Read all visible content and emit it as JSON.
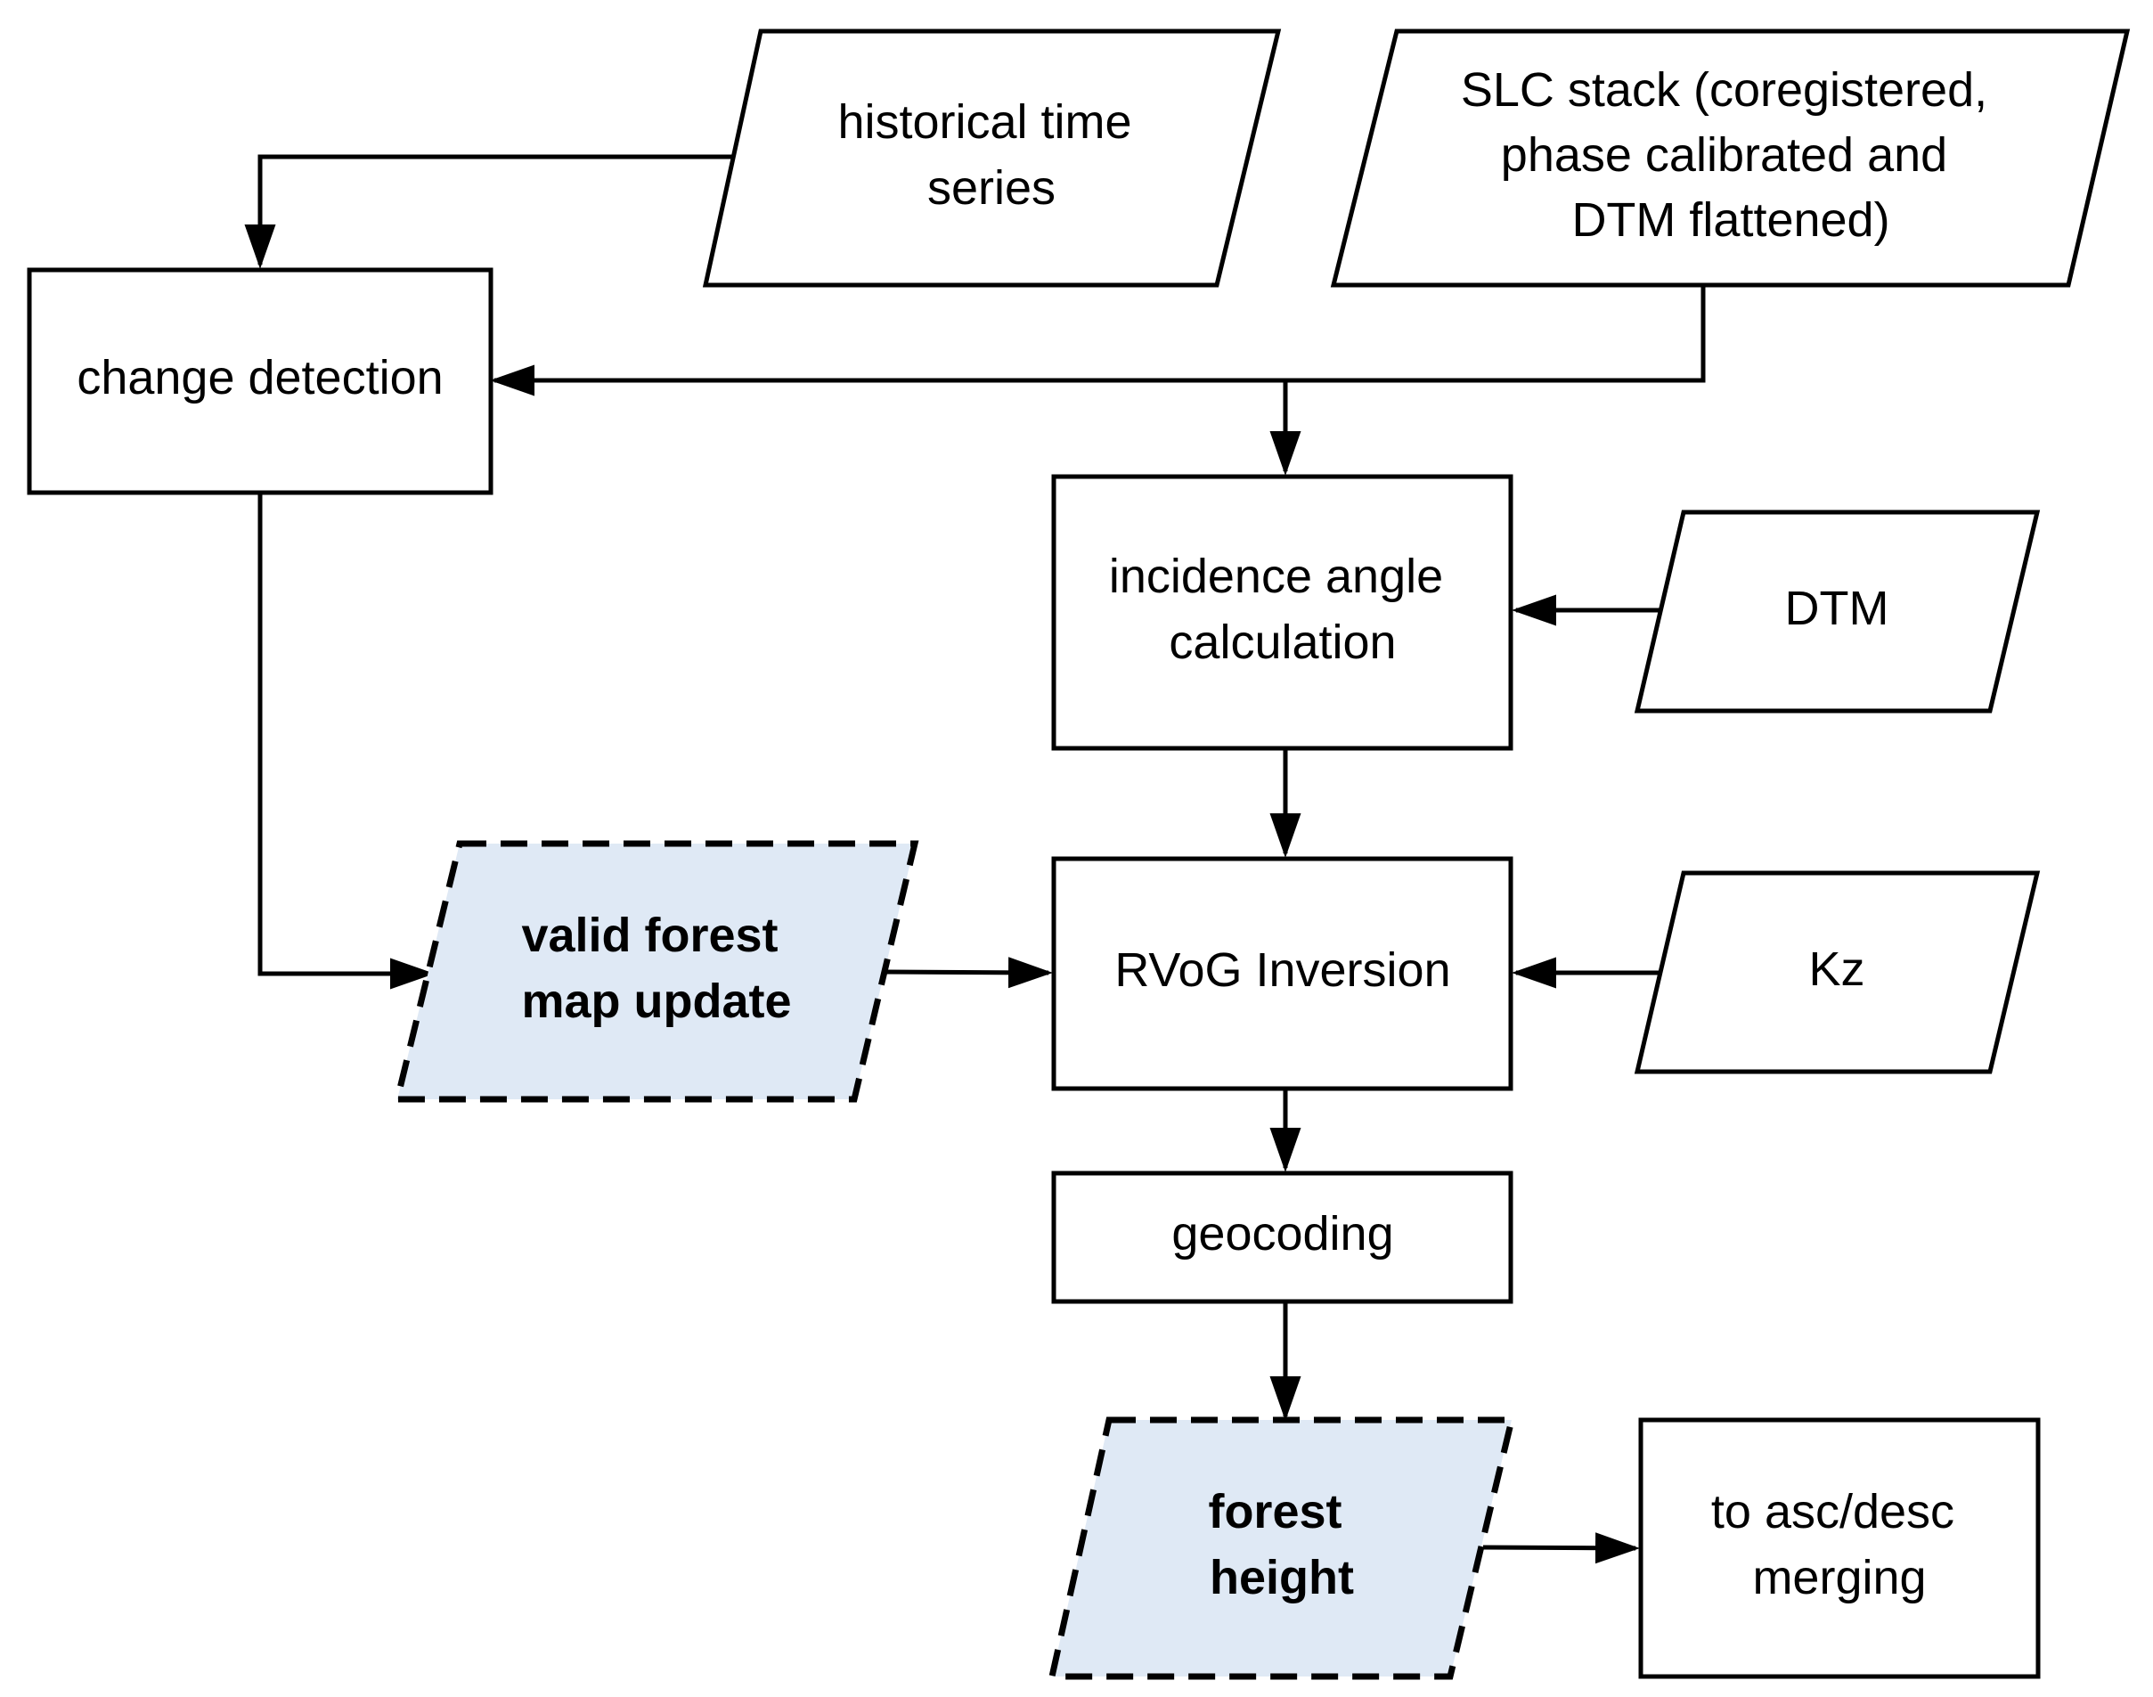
{
  "diagram": {
    "colors": {
      "stroke": "#000000",
      "output_fill": "#dfe9f5",
      "background": "#ffffff"
    },
    "nodes": {
      "historical_time_series": {
        "shape": "parallelogram",
        "lines": [
          "historical time",
          "series"
        ]
      },
      "slc_stack": {
        "shape": "parallelogram",
        "lines": [
          "SLC stack (coregistered,",
          "phase calibrated and",
          "DTM flattened)"
        ]
      },
      "change_detection": {
        "shape": "process",
        "lines": [
          "change detection"
        ]
      },
      "incidence_angle": {
        "shape": "process",
        "lines": [
          "incidence angle",
          "calculation"
        ]
      },
      "dtm": {
        "shape": "parallelogram",
        "lines": [
          "DTM"
        ]
      },
      "valid_forest_map": {
        "shape": "parallelogram-output",
        "lines": [
          "valid forest",
          "map update"
        ]
      },
      "rvog_inversion": {
        "shape": "process",
        "lines": [
          "RVoG Inversion"
        ]
      },
      "kz": {
        "shape": "parallelogram",
        "lines": [
          "Kz"
        ]
      },
      "geocoding": {
        "shape": "process",
        "lines": [
          "geocoding"
        ]
      },
      "forest_height": {
        "shape": "parallelogram-output",
        "lines": [
          "forest",
          "height"
        ]
      },
      "asc_desc_merging": {
        "shape": "process",
        "lines": [
          "to asc/desc",
          "merging"
        ]
      }
    },
    "edges": [
      {
        "from": "historical_time_series",
        "to": "change_detection"
      },
      {
        "from": "slc_stack",
        "to": "change_detection"
      },
      {
        "from": "slc_stack",
        "to": "incidence_angle"
      },
      {
        "from": "dtm",
        "to": "incidence_angle"
      },
      {
        "from": "incidence_angle",
        "to": "rvog_inversion"
      },
      {
        "from": "change_detection",
        "to": "valid_forest_map"
      },
      {
        "from": "valid_forest_map",
        "to": "rvog_inversion"
      },
      {
        "from": "kz",
        "to": "rvog_inversion"
      },
      {
        "from": "rvog_inversion",
        "to": "geocoding"
      },
      {
        "from": "geocoding",
        "to": "forest_height"
      },
      {
        "from": "forest_height",
        "to": "asc_desc_merging"
      }
    ]
  }
}
